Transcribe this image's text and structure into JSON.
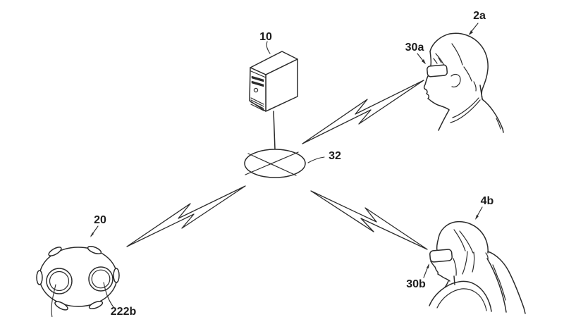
{
  "diagram": {
    "description": "patent-style line drawing of a wireless image distribution system",
    "labels": {
      "server": "10",
      "network": "32",
      "person_a": "2a",
      "hmd_a": "30a",
      "person_b": "4b",
      "hmd_b": "30b",
      "camera": "20",
      "camera_lens_b": "222b"
    },
    "colors": {
      "ink": "#2b2b2b",
      "background": "#ffffff"
    }
  }
}
